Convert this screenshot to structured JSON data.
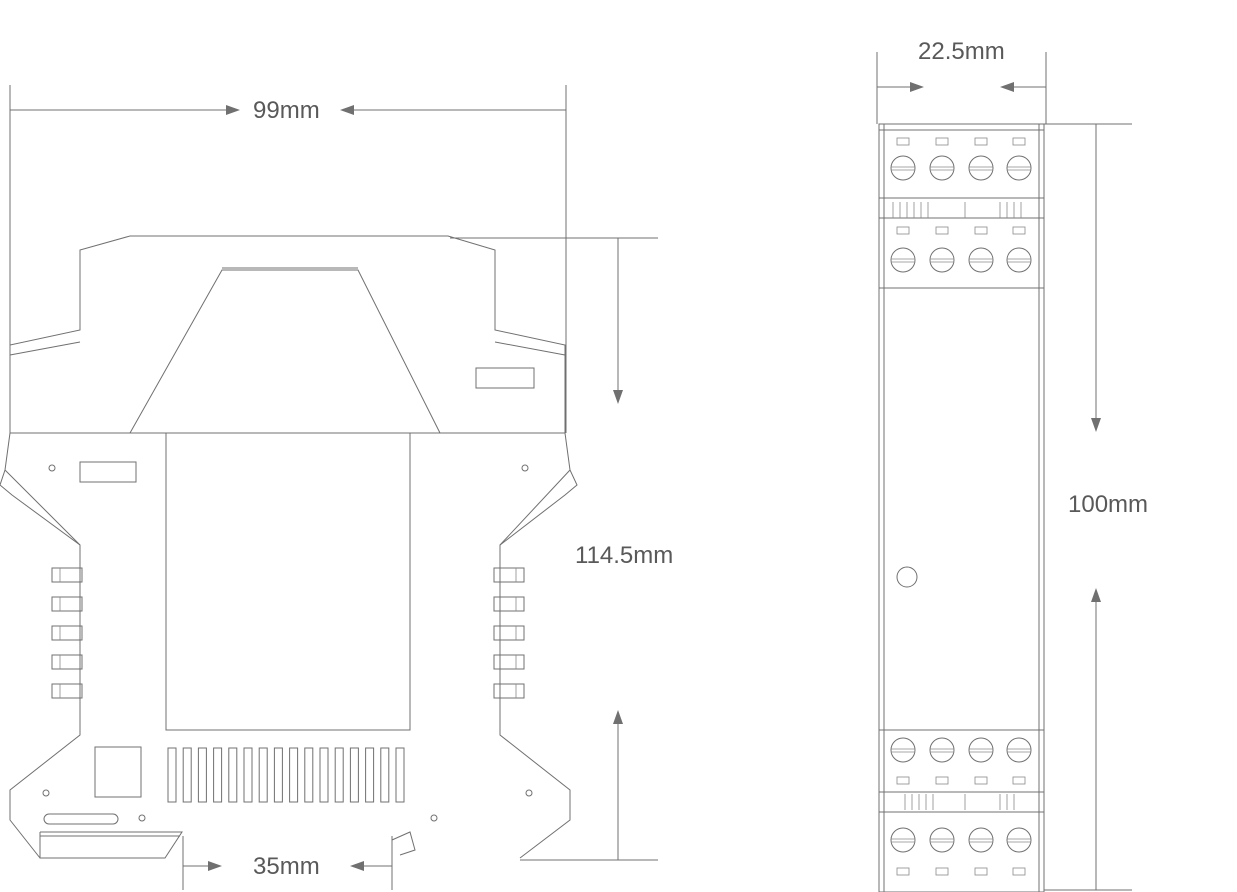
{
  "dimensions": {
    "module_width": "99mm",
    "module_height": "114.5mm",
    "rail_width": "35mm",
    "front_width": "22.5mm",
    "front_height": "100mm"
  },
  "colors": {
    "line": "#707070",
    "text": "#595959",
    "background": "#ffffff"
  }
}
